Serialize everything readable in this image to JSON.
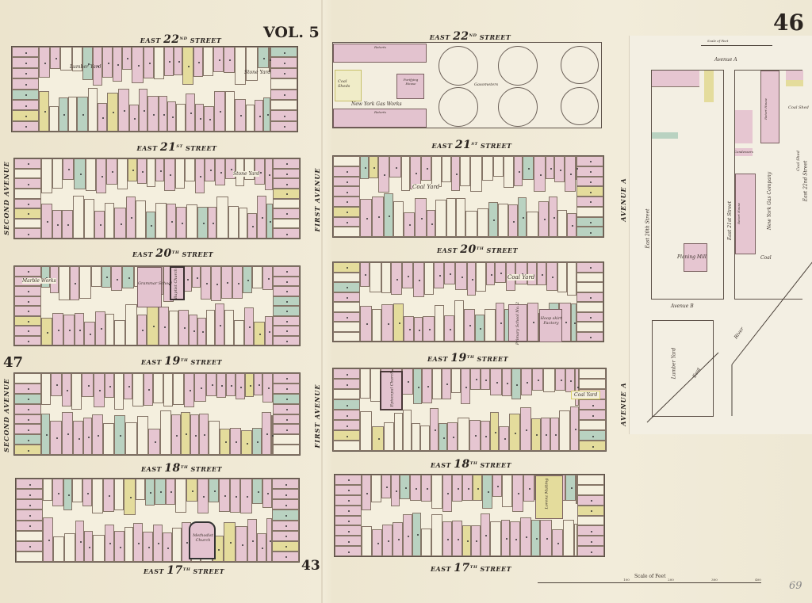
{
  "sheet": {
    "volume": "VOL. 5",
    "plate_number": "46",
    "adjacent_plate_left": "47",
    "adjacent_plate_bottom": "43",
    "pencil_mark": "69"
  },
  "streets": [
    {
      "prefix": "EAST",
      "num": "22",
      "suffix": "ND",
      "word": "STREET"
    },
    {
      "prefix": "EAST",
      "num": "21",
      "suffix": "ST",
      "word": "STREET"
    },
    {
      "prefix": "EAST",
      "num": "20",
      "suffix": "TH",
      "word": "STREET"
    },
    {
      "prefix": "EAST",
      "num": "19",
      "suffix": "TH",
      "word": "STREET"
    },
    {
      "prefix": "EAST",
      "num": "18",
      "suffix": "TH",
      "word": "STREET"
    },
    {
      "prefix": "EAST",
      "num": "17",
      "suffix": "TH",
      "word": "STREET"
    }
  ],
  "avenues": {
    "second": "SECOND AVENUE",
    "first": "FIRST AVENUE",
    "a": "AVENUE A"
  },
  "labels": {
    "lumber_yard": "Lumber Yard",
    "stone_yard": "Stone Yard",
    "stone_yard_2": "Stone Yard",
    "coal_yard": "Coal Yard",
    "coal_yard_2": "Coal Yard",
    "coal_yard_3": "Coal Yard",
    "marble_works": "Marble Works",
    "grammar_school": "Grammar School",
    "baptist_church": "Baptist Church",
    "primary_school": "Primary School No. 2",
    "hoop_skirt_factory": "Hoop skirt Factory",
    "episcopal_church": "Episcopal Church",
    "malting": "Lorenz Malting",
    "methodist_church": "Methodist Church",
    "retorts_top": "Retorts",
    "retorts_bottom": "Retorts",
    "coal_sheds": "Coal Sheds",
    "purifying_house": "Purifying House",
    "gasometers": "Gasometers",
    "gas_works": "New York Gas Works"
  },
  "east_panel": {
    "scale_label": "Scale of Feet",
    "avenue_a": "Avenue A",
    "avenue_b": "Avenue B",
    "east_20th": "East 20th Street",
    "east_21st": "East 21st Street",
    "east_22nd": "East 22nd Street",
    "planing_mill": "Planing Mill",
    "retort_house_1": "Retort House",
    "retort_house_2": "Retort House",
    "gas_company": "New York Gas Company",
    "coal_shed": "Coal Shed",
    "coal_shed_2": "Coal Shed",
    "condensers": "Condensers",
    "coal": "Coal",
    "lumber_yard": "Lumber Yard",
    "east_river": "East",
    "river": "River"
  },
  "scale": {
    "label": "Scale of Feet",
    "ticks": [
      "100",
      "200",
      "300",
      "400"
    ]
  },
  "colors": {
    "paper": "#efe8d3",
    "brick": "#e6c6d1",
    "stone": "#b9d2c1",
    "frame": "#e4dc9c",
    "vacant": "#f4efde",
    "line": "#5d5148"
  }
}
